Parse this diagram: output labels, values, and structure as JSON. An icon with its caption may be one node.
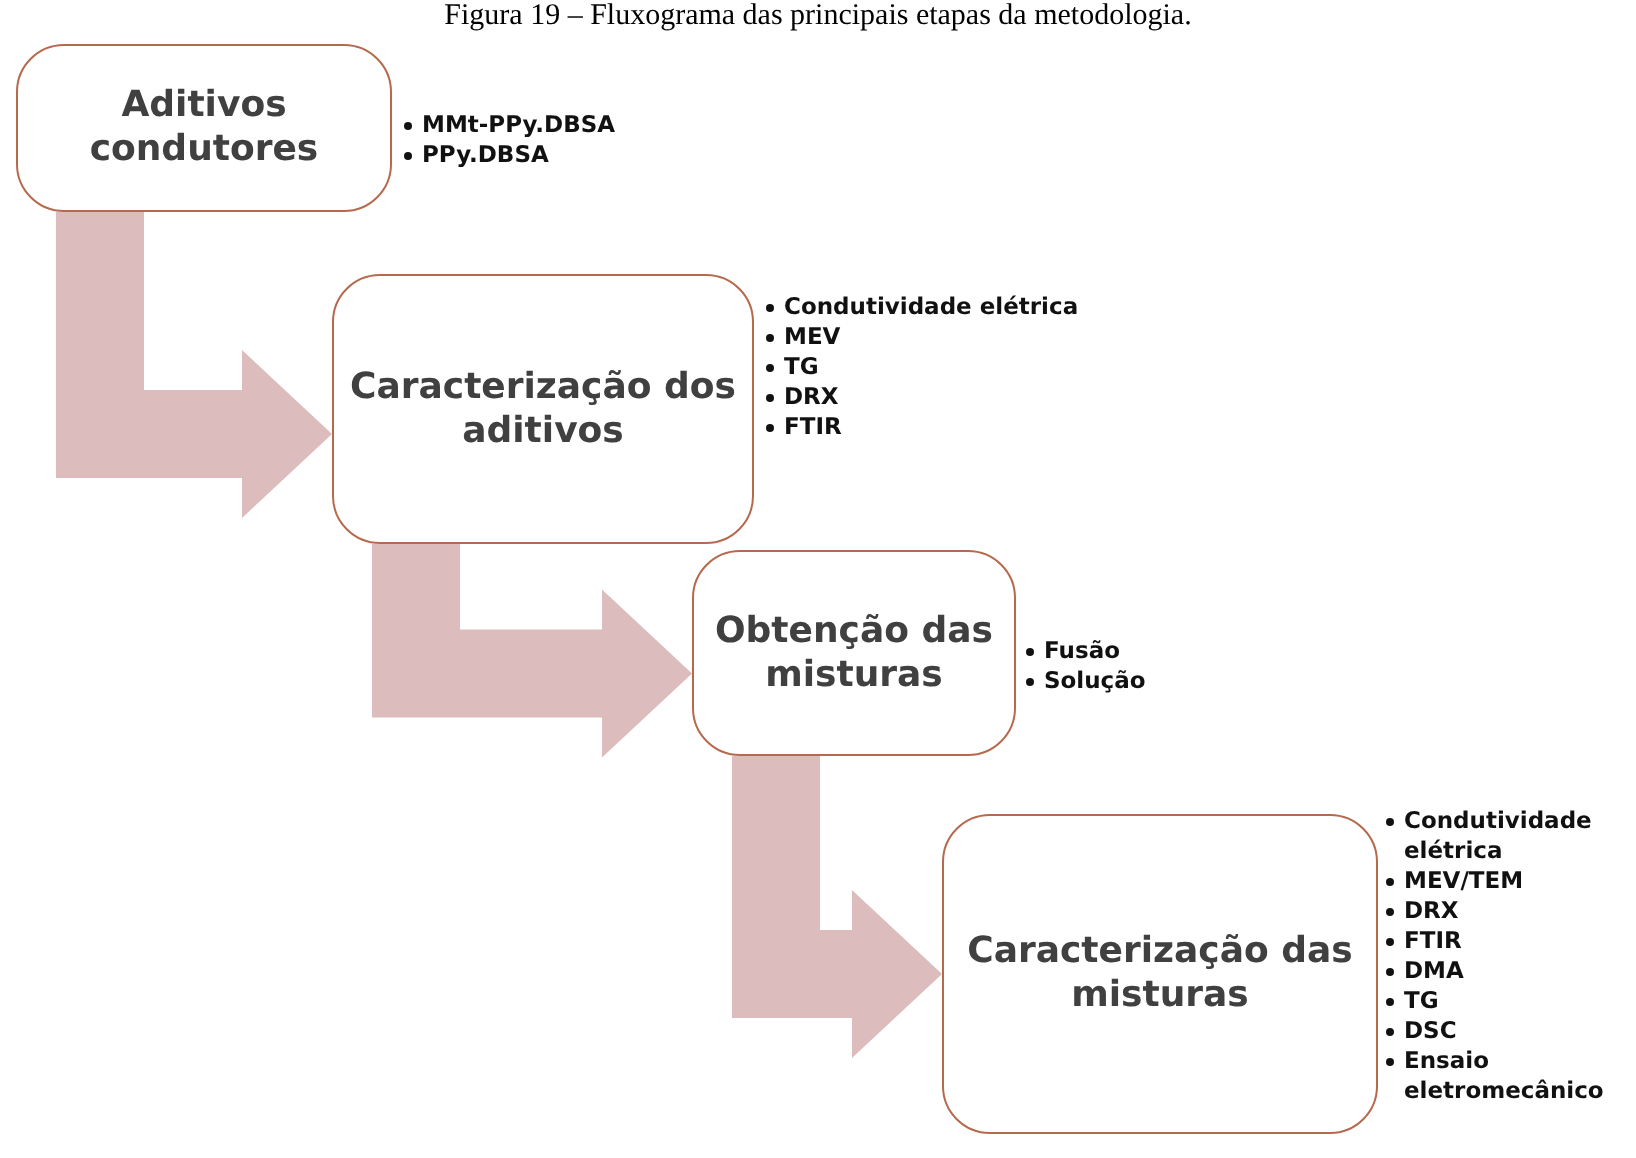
{
  "diagram": {
    "title": "Figura 19 – Fluxograma das principais etapas da metodologia.",
    "nodes": [
      {
        "text": [
          "Aditivos condutores"
        ],
        "beside": [
          "MMt-PPy.DBSA",
          "PPy.DBSA"
        ]
      },
      {
        "text": [
          "Caracterização dos aditivos"
        ],
        "beside": [
          "Condutividade elétrica",
          "MEV",
          "TG",
          "DRX",
          "FTIR"
        ]
      },
      {
        "text": [
          "Obtenção das misturas"
        ],
        "beside": [
          "Fusão",
          "Solução"
        ]
      },
      {
        "text": [
          "Caracterização das misturas"
        ],
        "beside": [
          "Condutividade elétrica",
          "MEV/TEM",
          "DRX",
          "FTIR",
          "DMA",
          "TG",
          "DSC",
          "Ensaio eletromecânico"
        ]
      }
    ],
    "edges": [
      {
        "from": 0,
        "to": 1,
        "arrow": "to",
        "style": "thick"
      },
      {
        "from": 1,
        "to": 2,
        "arrow": "to",
        "style": "thick"
      },
      {
        "from": 2,
        "to": 3,
        "arrow": "to",
        "style": "thick"
      }
    ]
  }
}
